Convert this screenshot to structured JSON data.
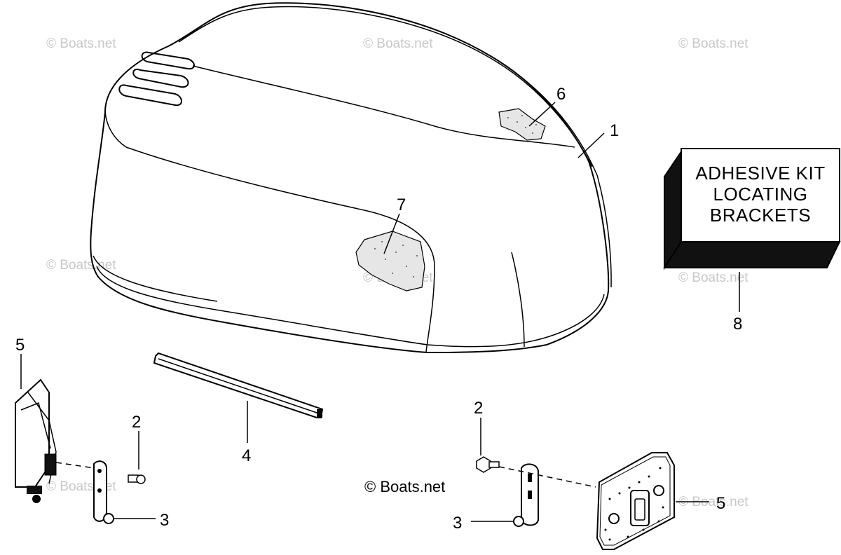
{
  "watermark": "© Boats.net",
  "copyright": "© Boats.net",
  "kit_label": {
    "line1": "ADHESIVE KIT",
    "line2": "LOCATING",
    "line3": "BRACKETS"
  },
  "callouts": {
    "c1": "1",
    "c2a": "2",
    "c2b": "2",
    "c3a": "3",
    "c3b": "3",
    "c4": "4",
    "c5a": "5",
    "c5b": "5",
    "c6": "6",
    "c7": "7",
    "c8": "8"
  }
}
